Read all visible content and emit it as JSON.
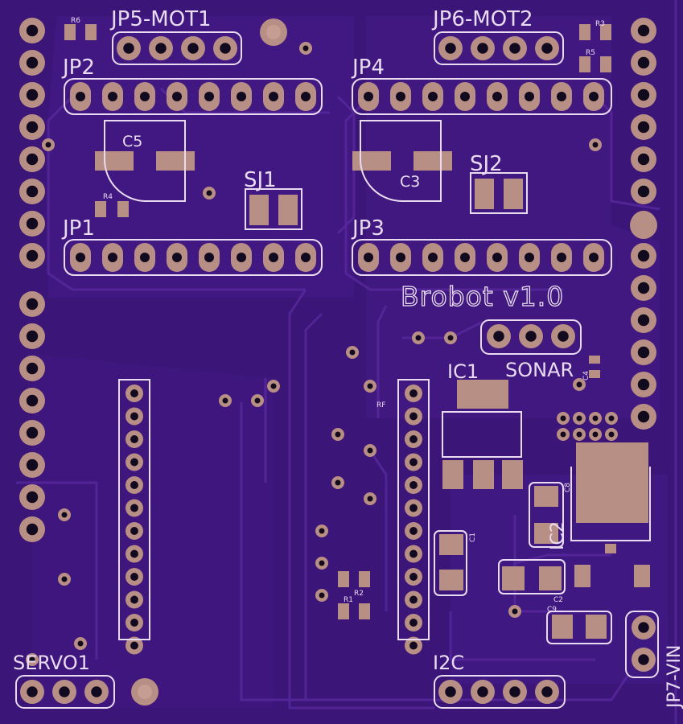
{
  "board": {
    "title": "Brobot v1.0",
    "colors": {
      "background": "#3b1577",
      "copper": "#4a1c8c",
      "trace": "#45198a",
      "pad": "#b88f84",
      "drill": "#120a1f",
      "silkscreen": "#e9dcf2"
    }
  },
  "labels": {
    "jp5": "JP5-MOT1",
    "jp6": "JP6-MOT2",
    "jp2": "JP2",
    "jp4": "JP4",
    "jp1": "JP1",
    "jp3": "JP3",
    "c5": "C5",
    "c3": "C3",
    "sj1": "SJ1",
    "sj2": "SJ2",
    "sonar": "SONAR",
    "ic1": "IC1",
    "ic2": "IC2",
    "servo": "SERVO1",
    "i2c": "I2C",
    "jp7": "JP7-VIN",
    "r1": "R1",
    "r2": "R2",
    "r3": "R3",
    "r4": "R4",
    "r5": "R5",
    "r6": "R6",
    "c1": "C1",
    "c2": "C2",
    "c4": "C4",
    "c8": "C8",
    "c9": "C9",
    "rf": "RF"
  }
}
